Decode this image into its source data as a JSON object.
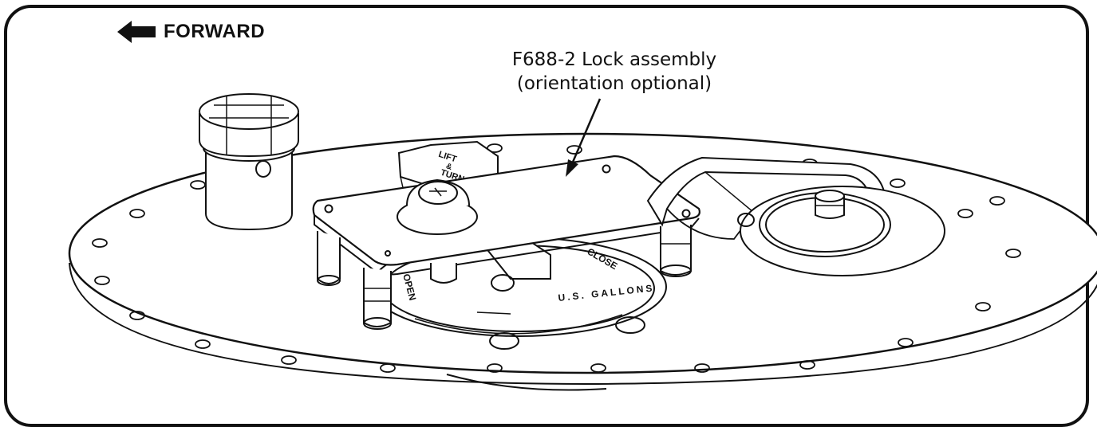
{
  "direction": {
    "label": "FORWARD",
    "icon": "arrow-left-icon"
  },
  "callout": {
    "title": "F688-2 Lock assembly",
    "note": "(orientation optional)"
  },
  "engravings": {
    "cap_line1": "LIFT",
    "cap_line2": "&",
    "cap_line3": "TURN",
    "close": "CLOSE",
    "open": "OPEN",
    "gallons": "U.S. GALLONS"
  },
  "colors": {
    "ink": "#111111",
    "paper": "#ffffff",
    "shade": "#e8e8e8"
  }
}
